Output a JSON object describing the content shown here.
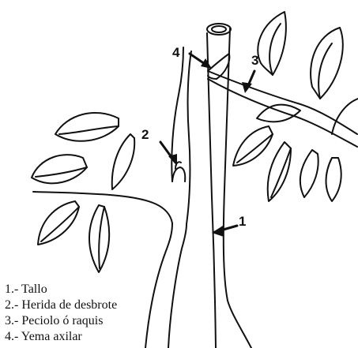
{
  "callouts": {
    "tallo": "1",
    "herida": "2",
    "peciolo": "3",
    "yema": "4"
  },
  "legend": [
    {
      "text": "1.- Tallo"
    },
    {
      "text": "2.- Herida de desbrote"
    },
    {
      "text": "3.- Peciolo ó raquis"
    },
    {
      "text": "4.- Yema axilar"
    }
  ],
  "colors": {
    "ink": "#111111",
    "paper": "#ffffff"
  }
}
